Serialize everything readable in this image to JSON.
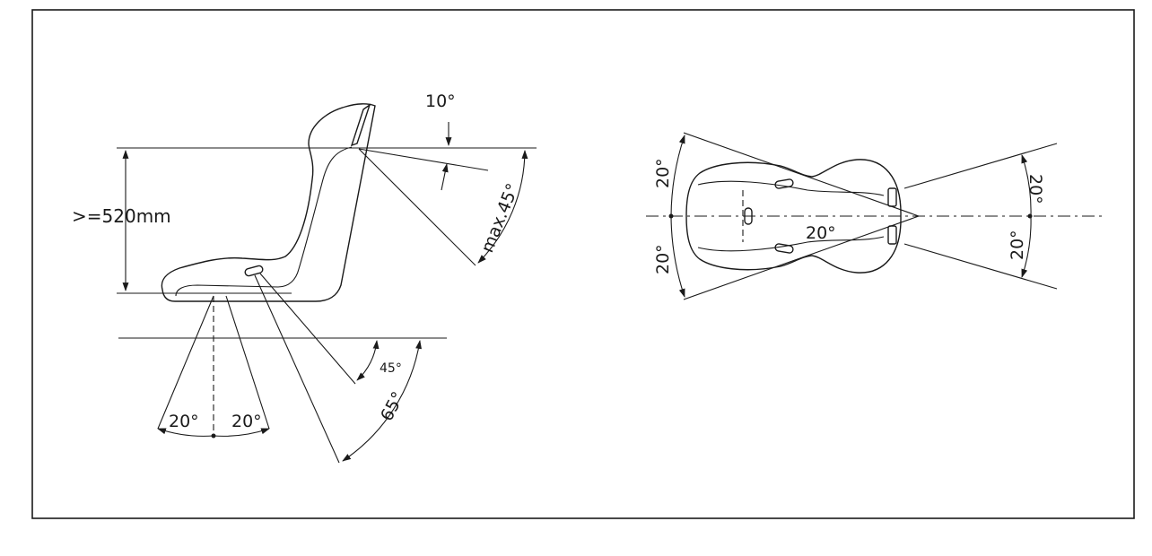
{
  "side_view": {
    "height_label": ">=520mm",
    "backrest_tilt_label": "10°",
    "shoulder_belt_label": "max.45°",
    "lap_belt_label_45": "45°",
    "lap_belt_label_65": "65°",
    "crotch_left_label": "20°",
    "crotch_right_label": "20°"
  },
  "top_view": {
    "rear_upper_label": "20°",
    "rear_lower_label": "20°",
    "front_upper_label": "20°",
    "front_lower_label": "20°",
    "center_label": "20°"
  }
}
